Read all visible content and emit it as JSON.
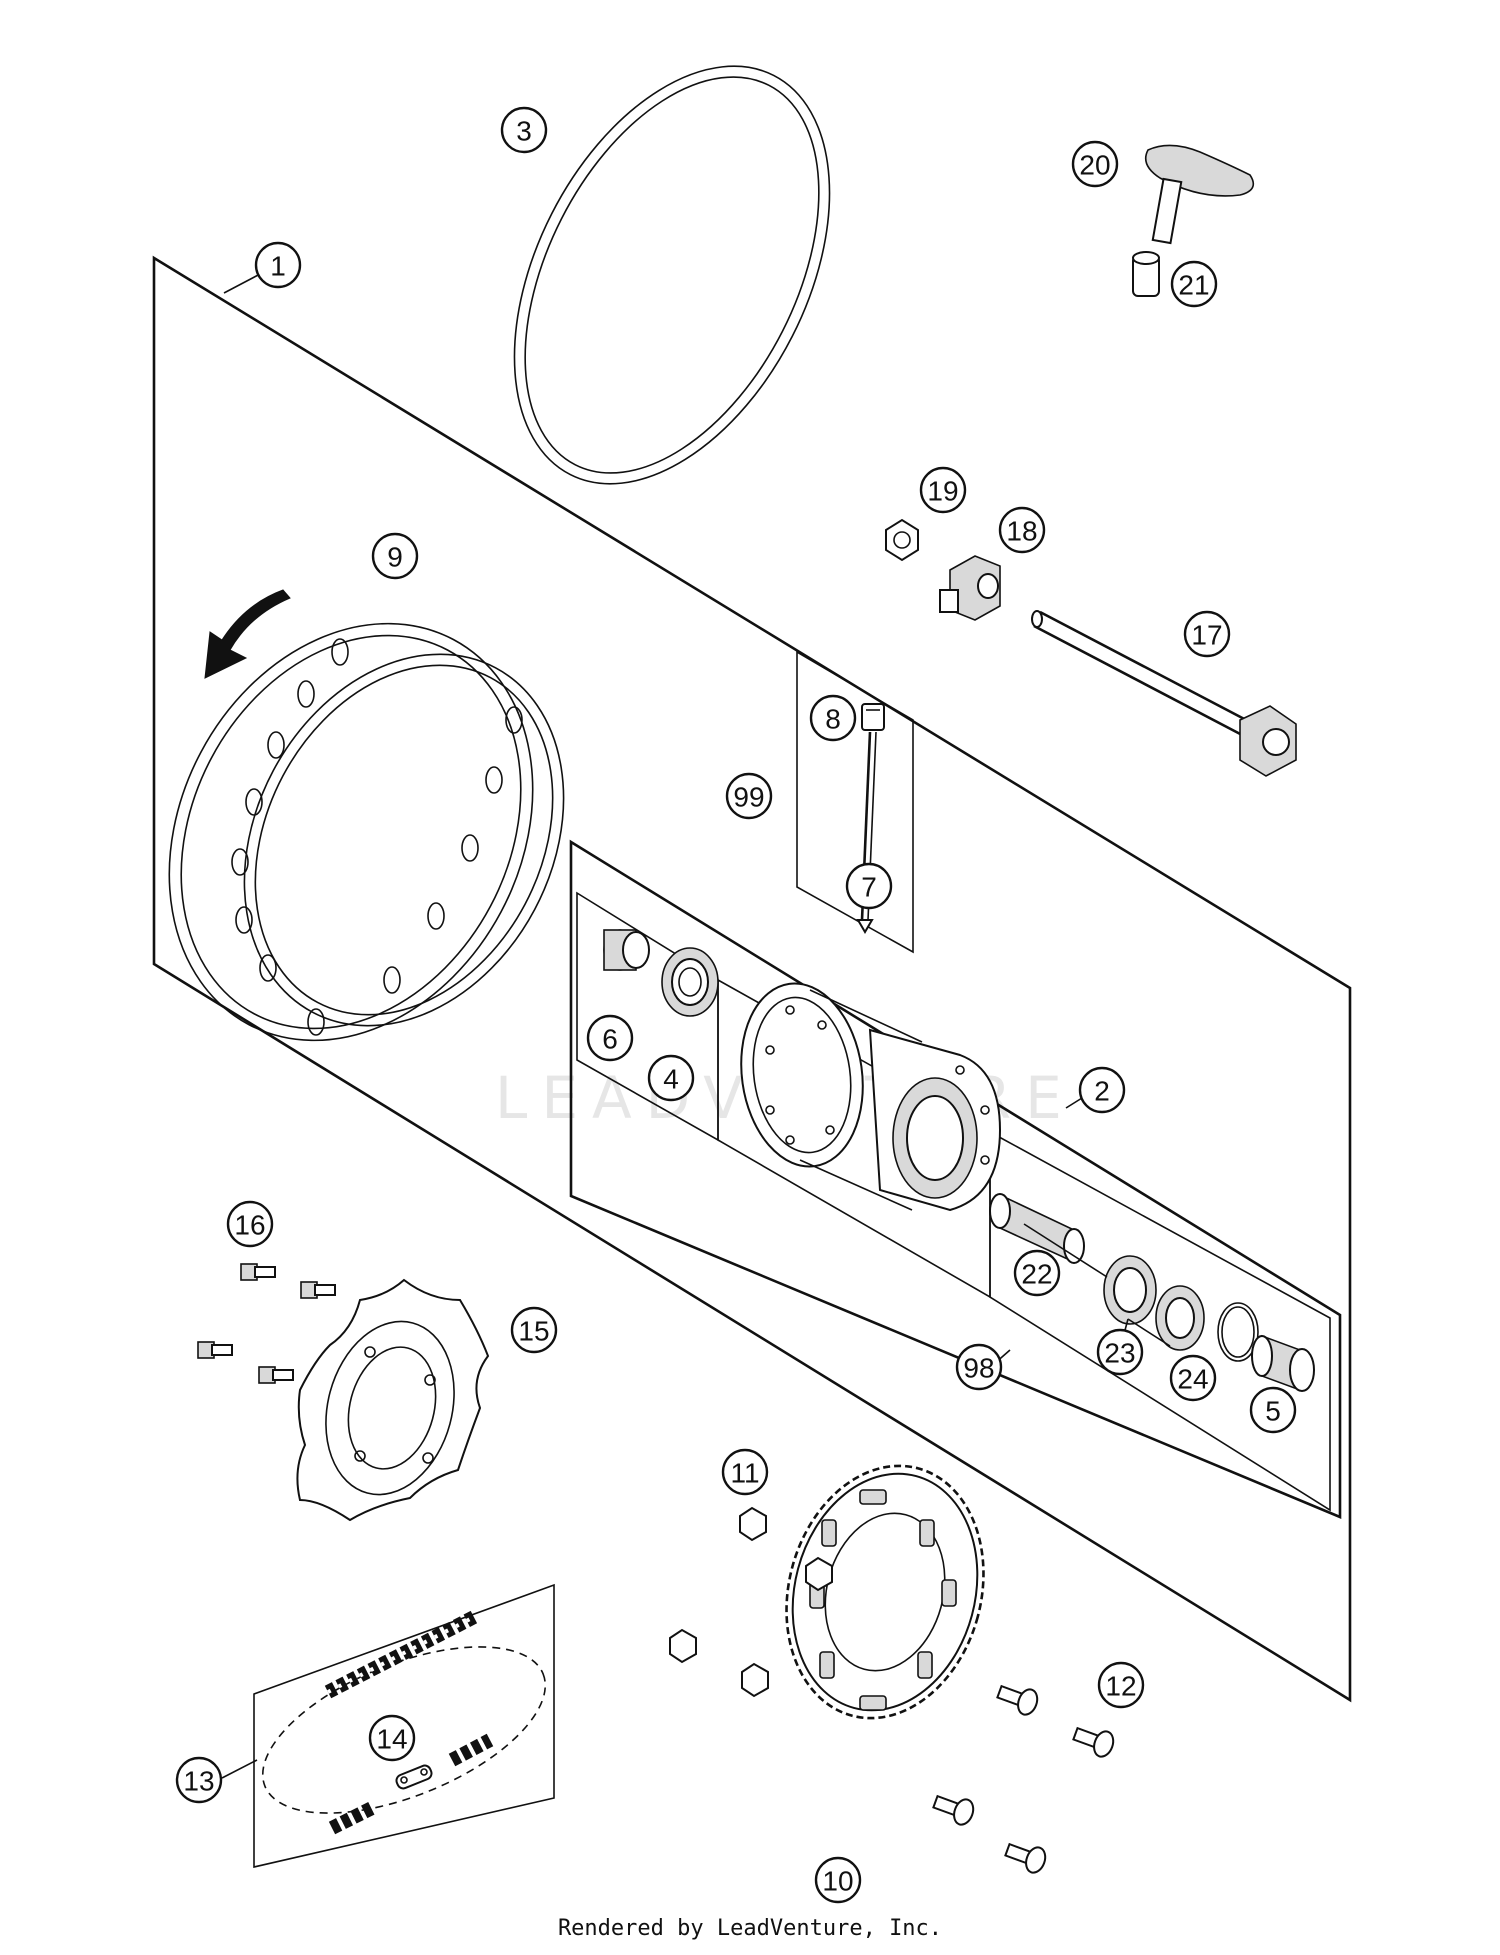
{
  "footer": "Rendered by LeadVenture, Inc.",
  "watermark": "LEADVENTURE",
  "callouts": {
    "c1": "1",
    "c2": "2",
    "c3": "3",
    "c4": "4",
    "c5": "5",
    "c6": "6",
    "c7": "7",
    "c8": "8",
    "c9": "9",
    "c10": "10",
    "c11": "11",
    "c12": "12",
    "c13": "13",
    "c14": "14",
    "c15": "15",
    "c16": "16",
    "c17": "17",
    "c18": "18",
    "c19": "19",
    "c20": "20",
    "c21": "21",
    "c22": "22",
    "c23": "23",
    "c24": "24",
    "c98": "98",
    "c99": "99"
  }
}
